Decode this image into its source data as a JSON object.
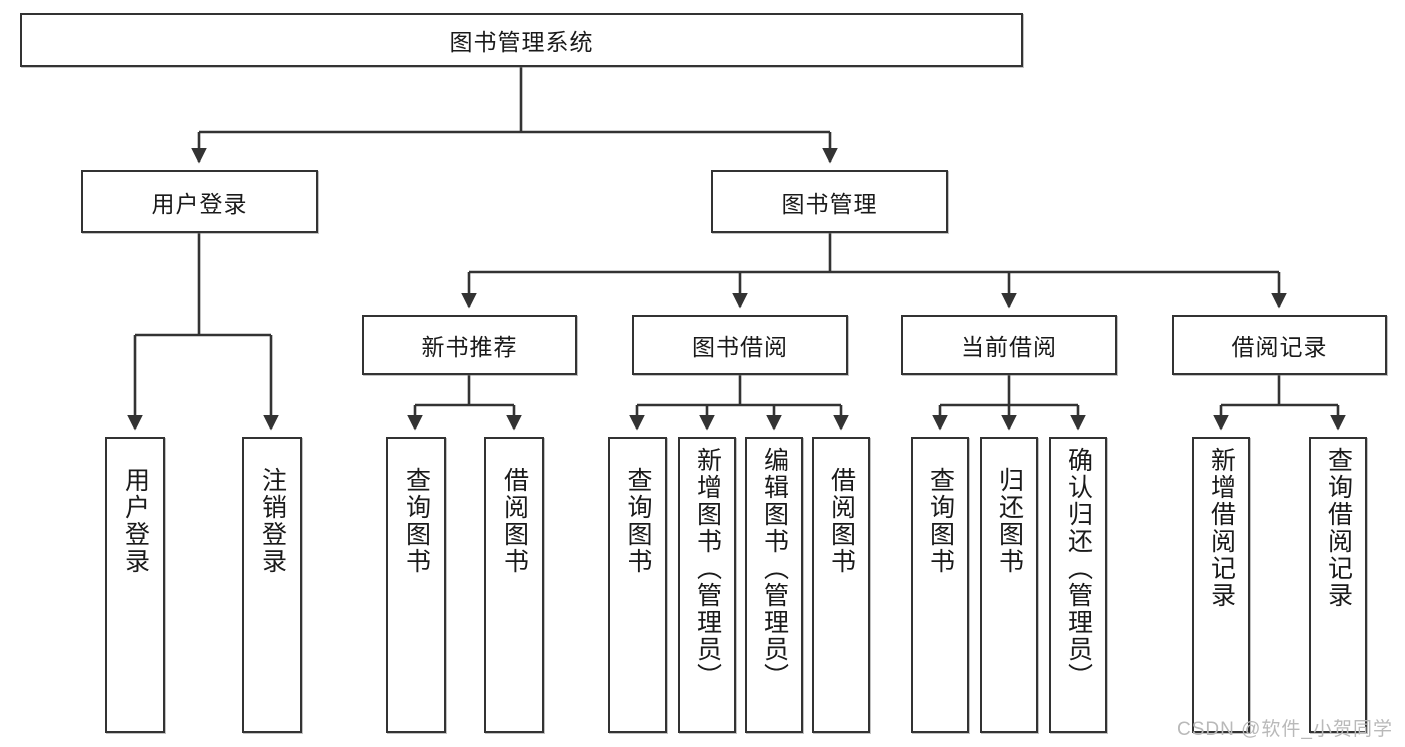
{
  "diagram": {
    "title": "图书管理系统",
    "type": "tree",
    "root": {
      "label": "图书管理系统"
    },
    "level2": [
      {
        "label": "用户登录"
      },
      {
        "label": "图书管理"
      }
    ],
    "level3": [
      {
        "label": "新书推荐"
      },
      {
        "label": "图书借阅"
      },
      {
        "label": "当前借阅"
      },
      {
        "label": "借阅记录"
      }
    ],
    "leaves": [
      {
        "label": "用户登录",
        "parent": "用户登录"
      },
      {
        "label": "注销登录",
        "parent": "用户登录"
      },
      {
        "label": "查询图书",
        "parent": "新书推荐"
      },
      {
        "label": "借阅图书",
        "parent": "新书推荐"
      },
      {
        "label": "查询图书",
        "parent": "图书借阅"
      },
      {
        "label": "新增图书（管理员）",
        "parent": "图书借阅"
      },
      {
        "label": "编辑图书（管理员）",
        "parent": "图书借阅"
      },
      {
        "label": "借阅图书",
        "parent": "图书借阅"
      },
      {
        "label": "查询图书",
        "parent": "当前借阅"
      },
      {
        "label": "归还图书",
        "parent": "当前借阅"
      },
      {
        "label": "确认归还（管理员）",
        "parent": "当前借阅"
      },
      {
        "label": "新增借阅记录",
        "parent": "借阅记录"
      },
      {
        "label": "查询借阅记录",
        "parent": "借阅记录"
      }
    ]
  },
  "watermark": {
    "text": "CSDN @软件_小贺同学"
  },
  "colors": {
    "stroke": "#333333",
    "background": "#ffffff",
    "text": "#1a1a1a",
    "watermark": "#b9b9b9"
  }
}
